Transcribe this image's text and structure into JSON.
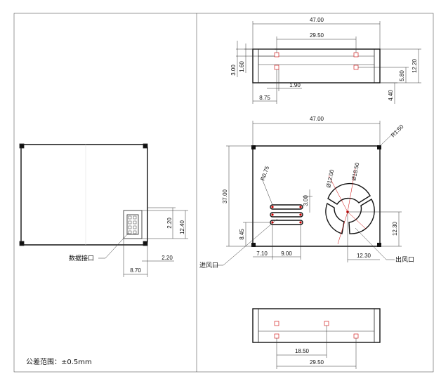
{
  "views": {
    "front": {
      "interface_label": "数据接口",
      "dims": {
        "conn_width": "8.70",
        "conn_offset": "2.20",
        "conn_height": "12.40",
        "conn_top": "2.20"
      }
    },
    "top": {
      "dims": {
        "width": "47.00",
        "pin_span": "29.50",
        "pin_y1": "3.00",
        "pin_y2": "1.60",
        "pin_x": "1.90",
        "pin_edge": "8.75",
        "height": "12.20",
        "pin_r": "5.80",
        "pin_r2": "4.40"
      }
    },
    "main": {
      "dims": {
        "width": "47.00",
        "height": "37.00",
        "corner": "R1.50",
        "inlet_r": "R0.75",
        "slot_gap": "3.00",
        "inlet_bottom": "8.45",
        "inlet_left": "7.10",
        "inlet_width": "9.00",
        "fan_d1": "Ø12.00",
        "fan_d2": "Ø18.50",
        "outlet_height": "12.30",
        "outlet_right": "12.30"
      },
      "inlet_label": "进风口",
      "outlet_label": "出风口"
    },
    "bottom": {
      "dims": {
        "pin_a": "18.50",
        "pin_b": "29.50"
      }
    }
  },
  "tolerance_note": "公差范围：±0.5mm"
}
